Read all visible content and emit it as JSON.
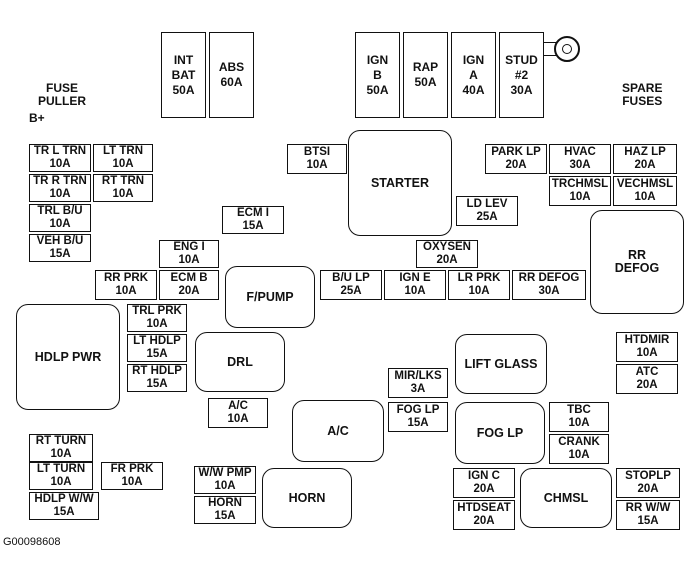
{
  "labels": {
    "fuse_puller": [
      "FUSE",
      "PULLER"
    ],
    "b_plus": "B+",
    "spare_fuses": [
      "SPARE",
      "FUSES"
    ],
    "figure_code": "G00098608"
  },
  "fuses": {
    "int_bat": [
      "INT",
      "BAT",
      "50A"
    ],
    "abs": [
      "ABS",
      "60A"
    ],
    "ign_b": [
      "IGN",
      "B",
      "50A"
    ],
    "rap": [
      "RAP",
      "50A"
    ],
    "ign_a": [
      "IGN",
      "A",
      "40A"
    ],
    "stud2": [
      "STUD",
      "#2",
      "30A"
    ],
    "tr_l_trn": [
      "TR L TRN",
      "10A"
    ],
    "lt_trn": [
      "LT TRN",
      "10A"
    ],
    "tr_r_trn": [
      "TR R TRN",
      "10A"
    ],
    "rt_trn": [
      "RT TRN",
      "10A"
    ],
    "trl_bu": [
      "TRL B/U",
      "10A"
    ],
    "veh_bu": [
      "VEH B/U",
      "15A"
    ],
    "btsi": [
      "BTSI",
      "10A"
    ],
    "starter": [
      "STARTER"
    ],
    "park_lp": [
      "PARK LP",
      "20A"
    ],
    "hvac": [
      "HVAC",
      "30A"
    ],
    "haz_lp": [
      "HAZ LP",
      "20A"
    ],
    "trchmsl": [
      "TRCHMSL",
      "10A"
    ],
    "vechmsl": [
      "VECHMSL",
      "10A"
    ],
    "ld_lev": [
      "LD LEV",
      "25A"
    ],
    "ecm_i": [
      "ECM I",
      "15A"
    ],
    "rr_defog_relay": [
      "RR",
      "DEFOG"
    ],
    "eng_i": [
      "ENG I",
      "10A"
    ],
    "oxysen": [
      "OXYSEN",
      "20A"
    ],
    "rr_prk": [
      "RR PRK",
      "10A"
    ],
    "ecm_b": [
      "ECM B",
      "20A"
    ],
    "f_pump": [
      "F/PUMP"
    ],
    "bu_lp": [
      "B/U LP",
      "25A"
    ],
    "ign_e": [
      "IGN E",
      "10A"
    ],
    "lr_prk": [
      "LR PRK",
      "10A"
    ],
    "rr_defog_fuse": [
      "RR DEFOG",
      "30A"
    ],
    "hdlp_pwr": [
      "HDLP PWR"
    ],
    "trl_prk": [
      "TRL PRK",
      "10A"
    ],
    "lt_hdlp": [
      "LT HDLP",
      "15A"
    ],
    "rt_hdlp": [
      "RT HDLP",
      "15A"
    ],
    "drl": [
      "DRL"
    ],
    "lift_glass": [
      "LIFT GLASS"
    ],
    "htdmir": [
      "HTDMIR",
      "10A"
    ],
    "mir_lks": [
      "MIR/LKS",
      "3A"
    ],
    "atc": [
      "ATC",
      "20A"
    ],
    "ac_fuse": [
      "A/C",
      "10A"
    ],
    "ac_relay": [
      "A/C"
    ],
    "fog_lp_fuse": [
      "FOG LP",
      "15A"
    ],
    "fog_lp_relay": [
      "FOG LP"
    ],
    "tbc": [
      "TBC",
      "10A"
    ],
    "crank": [
      "CRANK",
      "10A"
    ],
    "rt_turn": [
      "RT TURN",
      "10A"
    ],
    "lt_turn": [
      "LT TURN",
      "10A"
    ],
    "fr_prk": [
      "FR PRK",
      "10A"
    ],
    "hdlp_ww": [
      "HDLP W/W",
      "15A"
    ],
    "ww_pmp": [
      "W/W PMP",
      "10A"
    ],
    "horn_fuse": [
      "HORN",
      "15A"
    ],
    "horn_relay": [
      "HORN"
    ],
    "ign_c": [
      "IGN C",
      "20A"
    ],
    "htdseat": [
      "HTDSEAT",
      "20A"
    ],
    "chmsl": [
      "CHMSL"
    ],
    "stoplp": [
      "STOPLP",
      "20A"
    ],
    "rr_ww": [
      "RR W/W",
      "15A"
    ]
  }
}
